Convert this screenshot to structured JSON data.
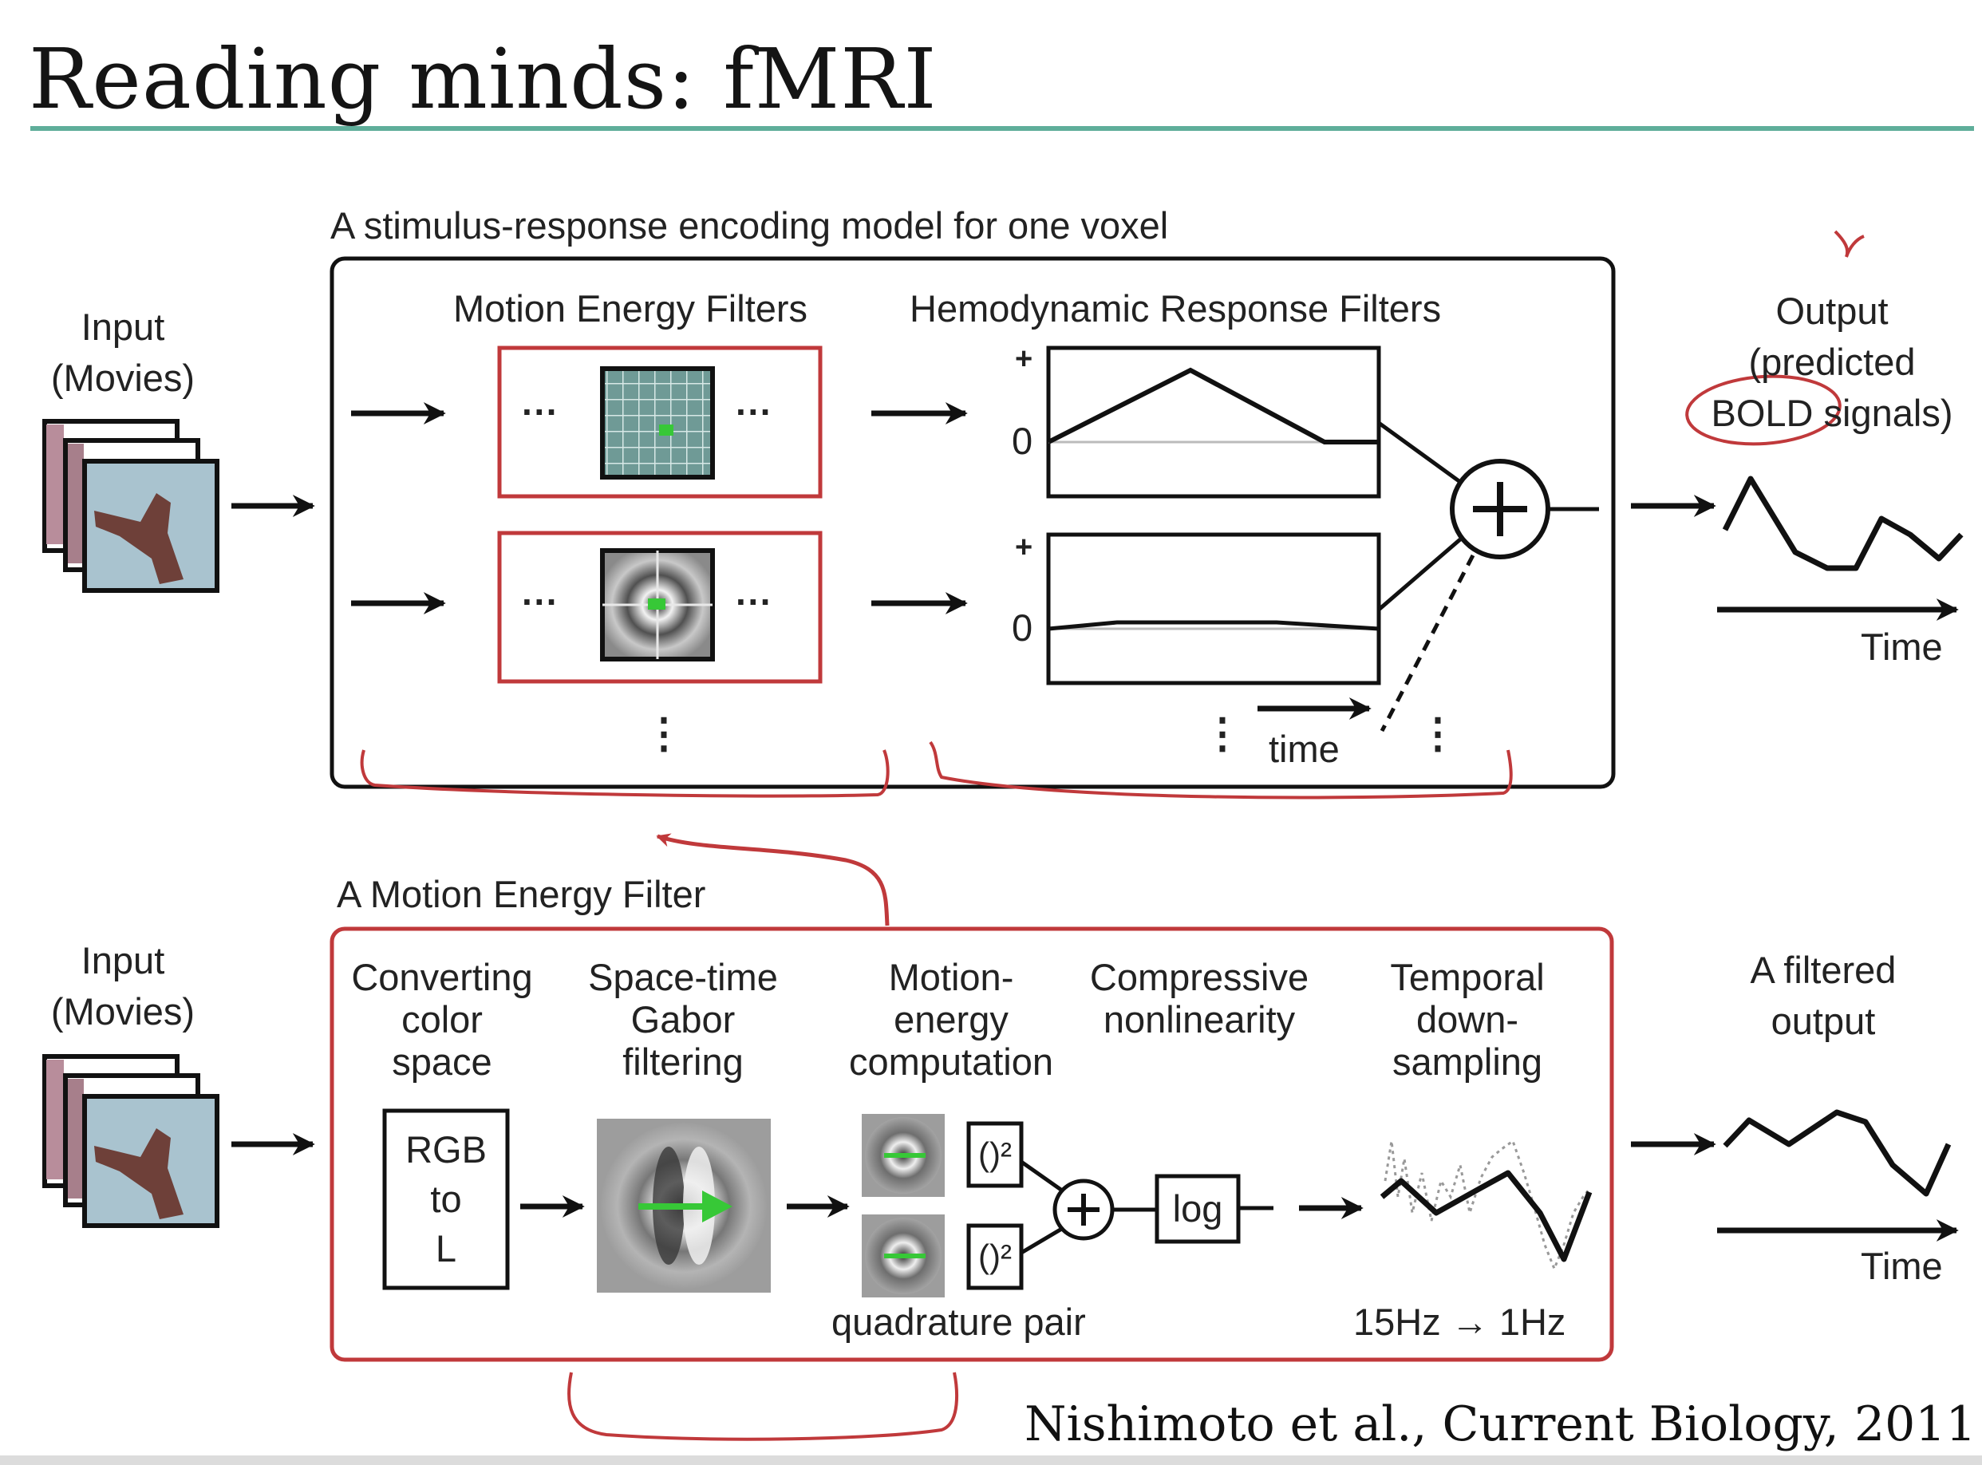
{
  "slide": {
    "title": "Reading minds: fMRI",
    "citation": "Nishimoto et al., Current Biology, 2011"
  },
  "top_panel": {
    "caption": "A stimulus-response encoding model for one voxel",
    "input_label": "Input\n(Movies)",
    "motion_filters_heading": "Motion Energy Filters",
    "hemodynamic_heading": "Hemodynamic Response Filters",
    "dots": "···",
    "vertical_dots": "⋮",
    "plus_sign": "+",
    "zero_sign": "0",
    "time_label": "time",
    "output_label": "Output\n(predicted\nBOLD signals)",
    "output_axis_label": "Time"
  },
  "bottom_panel": {
    "caption": "A Motion Energy Filter",
    "input_label": "Input\n(Movies)",
    "stage1_heading": "Converting\ncolor\nspace",
    "stage2_heading": "Space-time\nGabor\nfiltering",
    "stage3_heading": "Motion-\nenergy\ncomputation",
    "stage4_heading": "Compressive\nnonlinearity",
    "stage5_heading": "Temporal\ndown-\nsampling",
    "rgb_box": "RGB\nto\nL",
    "square_op": "()²",
    "log_box": "log",
    "quadrature_label": "quadrature pair",
    "downsample_label": "15Hz → 1Hz",
    "output_label": "A filtered\noutput",
    "output_axis_label": "Time"
  },
  "colors": {
    "accent_rule": "#5fae9a",
    "filter_box_border": "#c0393b",
    "annotation_ink": "#c0393b",
    "ink": "#111111",
    "frame_bird_bg": "#a9c3cf"
  }
}
